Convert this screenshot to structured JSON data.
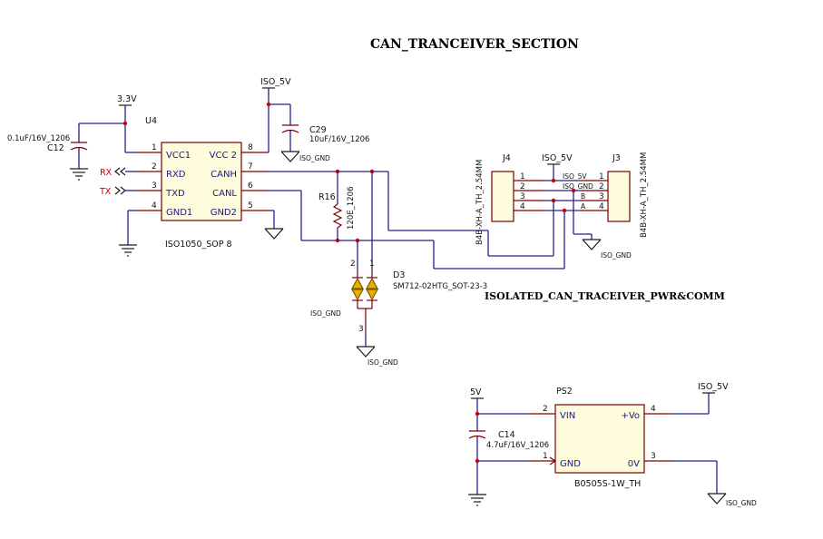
{
  "titles": {
    "main": "CAN_TRANCEIVER_SECTION",
    "sub": "ISOLATED_CAN_TRACEIVER_PWR&COMM"
  },
  "nets": {
    "v33": "3.3V",
    "iso5v": "ISO_5V",
    "iso_gnd": "ISO_GND",
    "v5": "5V"
  },
  "u4": {
    "ref": "U4",
    "part": "ISO1050_SOP 8",
    "pins": {
      "vcc1": "VCC1",
      "rxd": "RXD",
      "txd": "TXD",
      "gnd1": "GND1",
      "vcc2": "VCC 2",
      "canh": "CANH",
      "canl": "CANL",
      "gnd2": "GND2"
    },
    "nums": {
      "p1": "1",
      "p2": "2",
      "p3": "3",
      "p4": "4",
      "p5": "5",
      "p6": "6",
      "p7": "7",
      "p8": "8"
    }
  },
  "ports": {
    "rx": "RX",
    "tx": "TX"
  },
  "c12": {
    "ref": "C12",
    "value": "0.1uF/16V_1206"
  },
  "c29": {
    "ref": "C29",
    "value": "10uF/16V_1206"
  },
  "c14": {
    "ref": "C14",
    "value": "4.7uF/16V_1206"
  },
  "r16": {
    "ref": "R16",
    "value": "120E_1206"
  },
  "d3": {
    "ref": "D3",
    "part": "SM712-02HTG_SOT-23-3",
    "pin1": "1",
    "pin2": "2",
    "pin3": "3"
  },
  "j4": {
    "ref": "J4",
    "part": "B4B-XH-A_TH_2.54MM",
    "p1": "1",
    "p2": "2",
    "p3": "3",
    "p4": "4"
  },
  "j3": {
    "ref": "J3",
    "part": "B4B-XH-A_TH_2.54MM",
    "p1": "1",
    "p2": "2",
    "p3": "3",
    "p4": "4"
  },
  "conn_nets": {
    "n1": "ISO_5V",
    "n2": "ISO_GND",
    "n3": "B",
    "n4": "A"
  },
  "ps2": {
    "ref": "PS2",
    "part": "B0505S-1W_TH",
    "pins": {
      "vin": "VIN",
      "vo": "+Vo",
      "gnd": "GND",
      "ov": "0V"
    },
    "nums": {
      "p1": "1",
      "p2": "2",
      "p3": "3",
      "p4": "4"
    }
  }
}
